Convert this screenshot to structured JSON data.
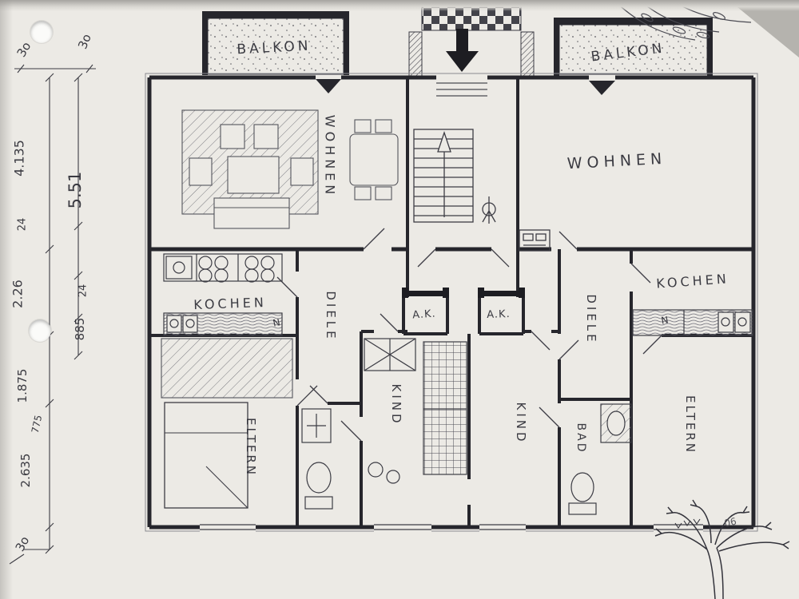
{
  "rooms": {
    "balkon_left": "BALKON",
    "balkon_right": "BALKON",
    "wohnen_left": "WOHNEN",
    "wohnen_right": "WOHNEN",
    "kochen_left": "KOCHEN",
    "kochen_right": "KOCHEN",
    "diele_left": "DIELE",
    "diele_right": "DIELE",
    "ak_left": "A.K.",
    "ak_right": "A.K.",
    "kind_left": "KIND",
    "kind_right": "KIND",
    "eltern_left": "ELTERN",
    "eltern_right": "ELTERN",
    "bad_right": "BAD"
  },
  "dims": {
    "top_a": "3o",
    "top_b": "3o",
    "h_4135": "4.135",
    "h_551": "5.51",
    "h_24a": "24",
    "h_226": "2.26",
    "h_24b": "24",
    "h_885": "885",
    "h_1875": "1.875",
    "h_775": "775",
    "h_2635": "2.635",
    "bottom": "3o"
  },
  "notes": {
    "corner": "06",
    "sink_mark_left": "N",
    "sink_mark_right": "N"
  },
  "colors": {
    "paper": "#eceae5",
    "ink": "#26262c",
    "pencil": "#4a4a52"
  }
}
